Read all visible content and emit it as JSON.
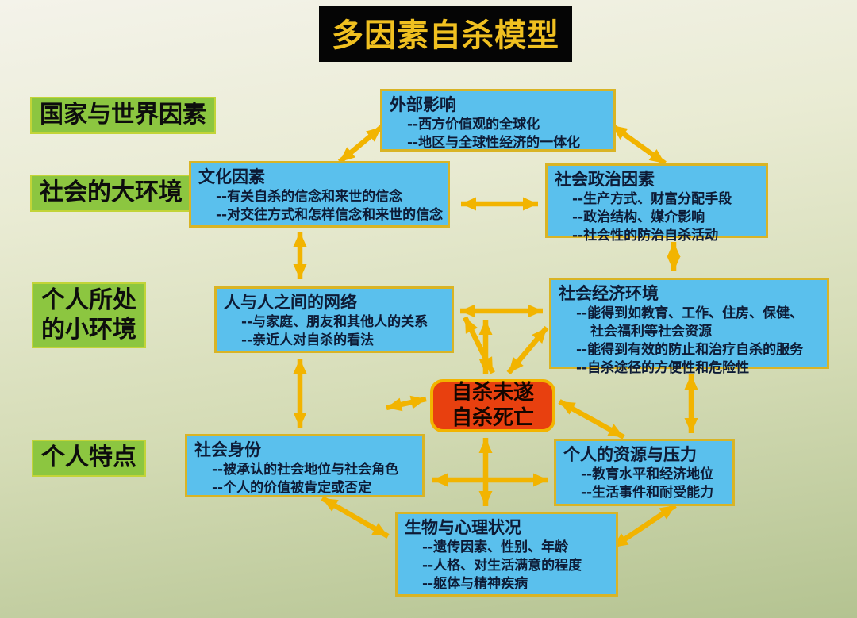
{
  "title": "多因素自杀模型",
  "colors": {
    "arrow": "#F2B400",
    "node_blue": "#5AC0ED",
    "node_border": "#D9B425",
    "label_green": "#8CC640",
    "center_red": "#E8400F",
    "title_gold": "#F0C020",
    "title_bg": "#050505"
  },
  "row_labels": [
    {
      "lines": [
        "国家与世界因素"
      ]
    },
    {
      "lines": [
        "社会的大环境"
      ]
    },
    {
      "lines": [
        "个人所处",
        "的小环境"
      ]
    },
    {
      "lines": [
        "个人特点"
      ]
    }
  ],
  "nodes": {
    "external": {
      "title": "外部影响",
      "items": [
        "--西方价值观的全球化",
        "--地区与全球性经济的一体化"
      ]
    },
    "cultural": {
      "title": "文化因素",
      "items": [
        "--有关自杀的信念和来世的信念",
        "--对交往方式和怎样信念和来世的信念"
      ]
    },
    "sociopolitical": {
      "title": "社会政治因素",
      "items": [
        "--生产方式、财富分配手段",
        "--政治结构、媒介影响",
        "--社会性的防治自杀活动"
      ]
    },
    "interpersonal": {
      "title": "人与人之间的网络",
      "items": [
        "--与家庭、朋友和其他人的关系",
        "--亲近人对自杀的看法"
      ]
    },
    "socioeconomic": {
      "title": "社会经济环境",
      "items": [
        "--能得到如教育、工作、住房、保健、",
        "社会福利等社会资源",
        "--能得到有效的防止和治疗自杀的服务",
        "--自杀途径的方便性和危险性"
      ]
    },
    "social_identity": {
      "title": "社会身份",
      "items": [
        "--被承认的社会地位与社会角色",
        "--个人的价值被肯定或否定"
      ]
    },
    "personal_resources": {
      "title": "个人的资源与压力",
      "items": [
        "--教育水平和经济地位",
        "--生活事件和耐受能力"
      ]
    },
    "bio_psych": {
      "title": "生物与心理状况",
      "items": [
        "--遗传因素、性别、年龄",
        "--人格、对生活满意的程度",
        "--躯体与精神疾病"
      ]
    }
  },
  "center": {
    "lines": [
      "自杀未遂",
      "自杀死亡"
    ]
  }
}
